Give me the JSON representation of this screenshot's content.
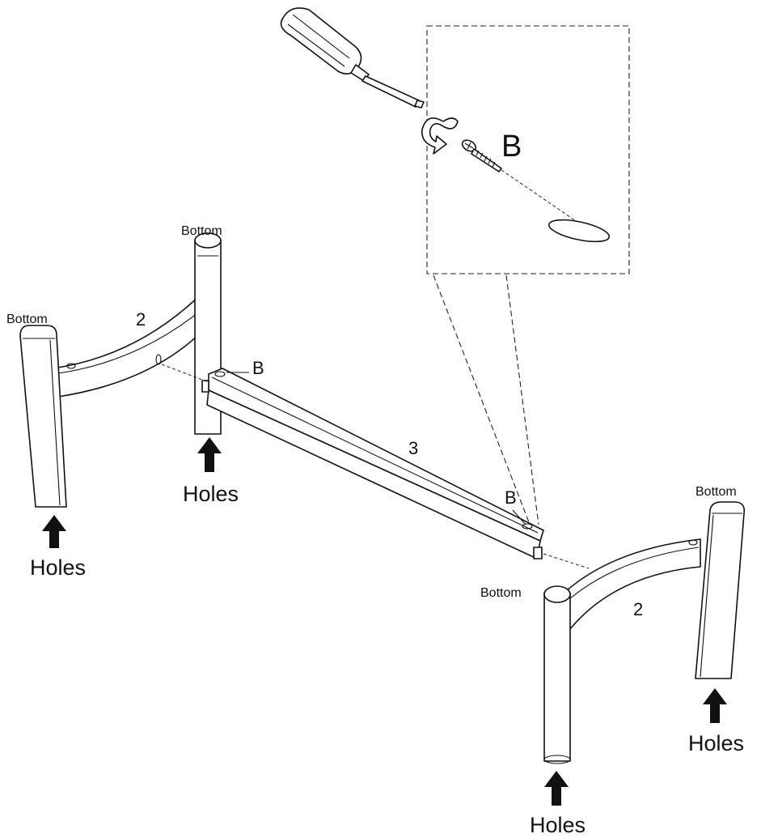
{
  "labels": {
    "bottom_left": "Bottom",
    "bottom_center": "Bottom",
    "bottom_right": "Bottom",
    "bottom_front": "Bottom",
    "part_2_left": "2",
    "part_2_right": "2",
    "part_3": "3",
    "screw_b_detail": "B",
    "screw_b_left": "B",
    "screw_b_right": "B",
    "holes_left": "Holes",
    "holes_center": "Holes",
    "holes_right": "Holes",
    "holes_front": "Holes"
  }
}
